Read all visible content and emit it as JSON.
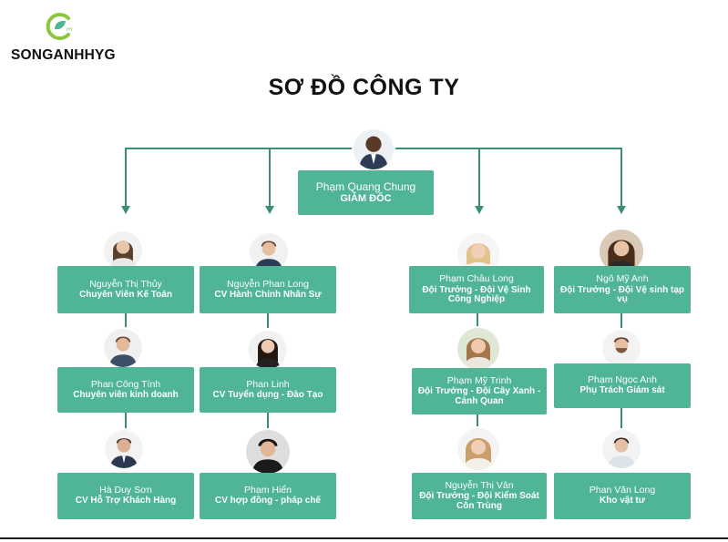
{
  "brand": {
    "name": "SONGANHHYG",
    "color": "#4fb596"
  },
  "title": "SƠ ĐỒ CÔNG TY",
  "colors": {
    "box": "#4fb596",
    "connector": "#3a8f76",
    "text": "#ffffff"
  },
  "ceo": {
    "name": "Phạm Quang Chung",
    "role": "GIÁM ĐỐC"
  },
  "people": {
    "p1": {
      "name": "Nguyễn Thị Thủy",
      "role": "Chuyên Viên Kế Toán"
    },
    "p2": {
      "name": "Phan Công Tính",
      "role": "Chuyên viên kinh doanh"
    },
    "p3": {
      "name": "Hà Duy Sơn",
      "role": "CV Hỗ Trợ Khách Hàng"
    },
    "p4": {
      "name": "Nguyễn Phan Long",
      "role": "CV Hành Chính Nhân Sự"
    },
    "p5": {
      "name": "Phan Linh",
      "role": "CV Tuyển dụng - Đào Tạo"
    },
    "p6": {
      "name": "Phạm Hiển",
      "role": "CV hợp đồng - pháp chế"
    },
    "p7": {
      "name": "Phạm Châu Long",
      "role": "Đội Trưởng - Đội Vệ Sinh Công Nghiệp"
    },
    "p8": {
      "name": "Phạm Mỹ Trinh",
      "role": "Đội Trưởng - Đội Cây Xanh - Cảnh Quan"
    },
    "p9": {
      "name": "Nguyễn Thị Vân",
      "role": "Đội Trưởng - Đội Kiểm Soát Côn Trùng"
    },
    "p10": {
      "name": "Ngô Mỹ Anh",
      "role": "Đội Trưởng - Đội Vệ sinh tạp vụ"
    },
    "p11": {
      "name": "Phạm Ngọc Anh",
      "role": "Phụ Trách Giám sát"
    },
    "p12": {
      "name": "Phan Văn Long",
      "role": "Kho vật tư"
    }
  }
}
